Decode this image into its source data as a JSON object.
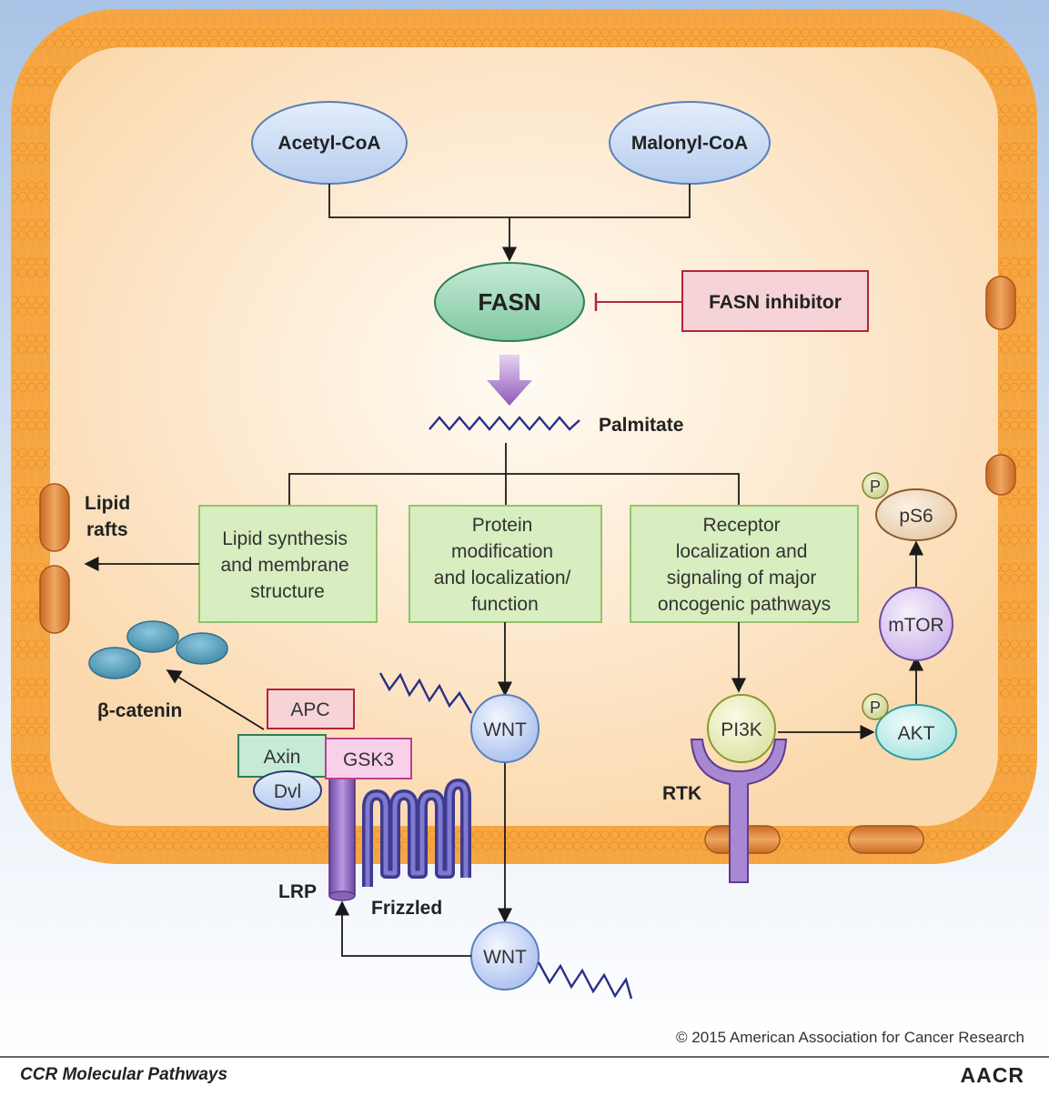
{
  "metabolites": {
    "acetyl_coa": "Acetyl-CoA",
    "malonyl_coa": "Malonyl-CoA"
  },
  "enzyme": {
    "fasn": "FASN",
    "inhibitor": "FASN inhibitor"
  },
  "product": {
    "palmitate": "Palmitate"
  },
  "functions": {
    "lipid_synthesis": [
      "Lipid synthesis",
      "and membrane",
      "structure"
    ],
    "protein_modification": [
      "Protein",
      "modification",
      "and localization/",
      "function"
    ],
    "receptor_localization": [
      "Receptor",
      "localization and",
      "signaling of major",
      "oncogenic pathways"
    ]
  },
  "membrane_labels": {
    "lipid_rafts": [
      "Lipid",
      "rafts"
    ],
    "beta_catenin": "β-catenin",
    "lrp": "LRP",
    "frizzled": "Frizzled",
    "rtk": "RTK"
  },
  "proteins": {
    "apc": "APC",
    "axin": "Axin",
    "gsk3": "GSK3",
    "dvl": "Dvl",
    "wnt_inner": "WNT",
    "wnt_outer": "WNT",
    "pi3k": "PI3K",
    "akt": "AKT",
    "mtor": "mTOR",
    "ps6": "pS6",
    "phospho_akt": "P",
    "phospho_ps6": "P"
  },
  "footer": {
    "copyright": "© 2015 American Association for Cancer Research",
    "series": "CCR Molecular Pathways",
    "publisher_logo": "AACR"
  },
  "colors": {
    "metabolite_fill": "#c8daf4",
    "metabolite_stroke": "#5a7fb8",
    "fasn_fill": "#9ad4b4",
    "fasn_stroke": "#2e7d5a",
    "inhibitor_fill": "#f5d3d6",
    "inhibitor_stroke": "#b5243a",
    "function_box_fill": "#d8edc0",
    "function_box_stroke": "#93c46a",
    "membrane_orange": "#f5a54a",
    "palmitate_blue": "#2a2f8a",
    "beta_catenin": "#4d98b5",
    "receptor_purple": "#8a63b8"
  }
}
